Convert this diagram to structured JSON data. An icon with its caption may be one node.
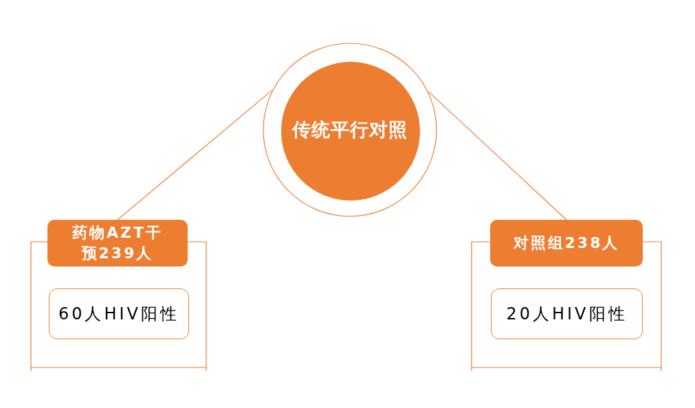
{
  "diagram": {
    "nodes": [
      {
        "text": [
          "传统平行对照"
        ]
      },
      {
        "text": [
          "药物AZT干预239人"
        ]
      },
      {
        "text": [
          "60人HIV阳性"
        ]
      },
      {
        "text": [
          "对照组238人"
        ]
      },
      {
        "text": [
          "20人HIV阳性"
        ]
      }
    ],
    "edges": [
      {
        "from": 0,
        "to": 1,
        "arrow": "none"
      },
      {
        "from": 0,
        "to": 3,
        "arrow": "none"
      }
    ]
  }
}
